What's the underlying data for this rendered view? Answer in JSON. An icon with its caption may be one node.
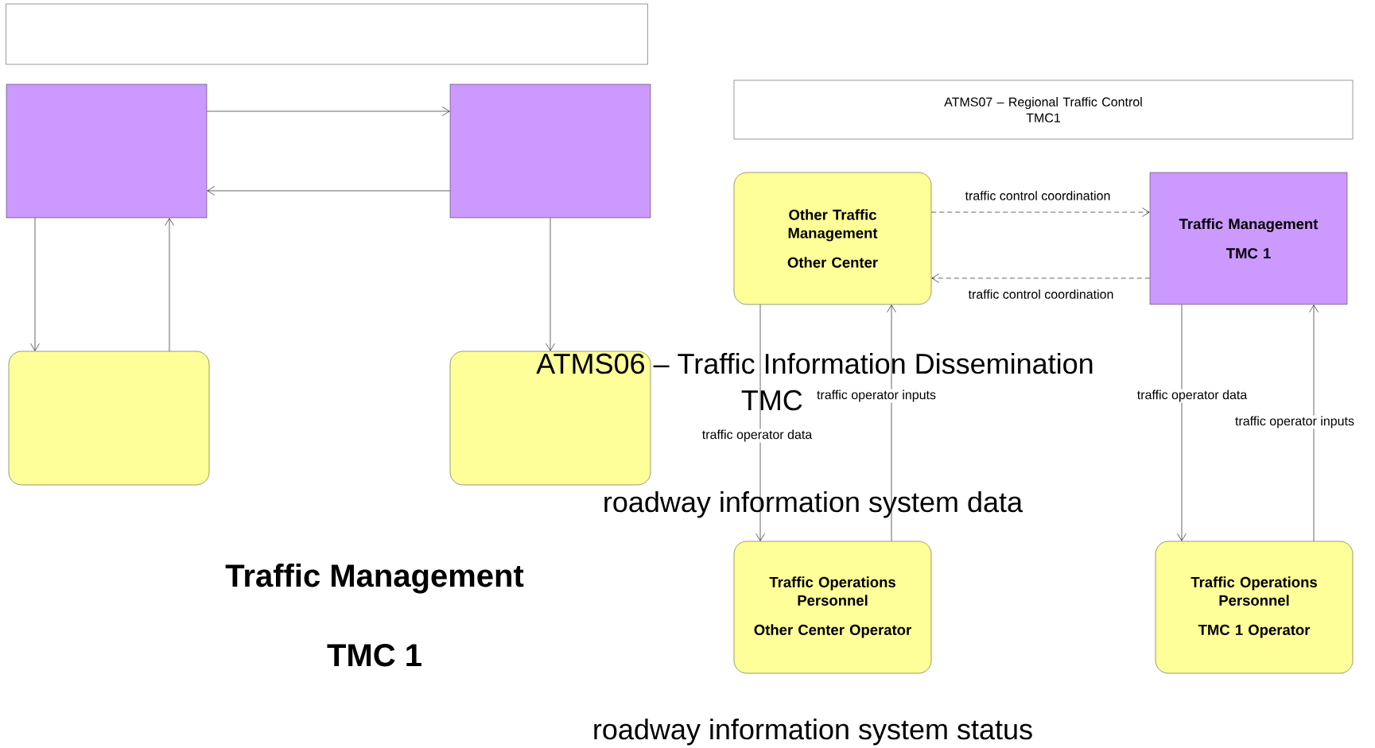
{
  "diagram": {
    "nodes": [
      {
        "text": [],
        "shape": "box"
      },
      {
        "text": [],
        "shape": "box"
      },
      {
        "text": [],
        "shape": "box"
      },
      {
        "text": [],
        "shape": "box"
      },
      {
        "text": [],
        "shape": "box"
      },
      {
        "text": [
          "ATMS07 – Regional Traffic Control",
          "TMC1"
        ]
      },
      {
        "text": [
          "Other Traffic Management",
          "Other Center"
        ]
      },
      {
        "text": [
          "Traffic Management",
          "TMC 1"
        ]
      },
      {
        "text": [
          "Traffic Operations Personnel",
          "Other Center Operator"
        ]
      },
      {
        "text": [
          "Traffic Operations Personnel",
          "TMC 1 Operator"
        ]
      }
    ],
    "edges": [
      {
        "from": 1,
        "to": 2,
        "arrow": "to"
      },
      {
        "from": 2,
        "to": 1,
        "arrow": "to"
      },
      {
        "from": 1,
        "to": 3,
        "arrow": "to"
      },
      {
        "from": 3,
        "to": 1,
        "arrow": "to"
      },
      {
        "from": 2,
        "to": 4,
        "arrow": "to"
      },
      {
        "from": 6,
        "to": 7,
        "arrow": "to",
        "label": "traffic control coordination",
        "style": "dashed"
      },
      {
        "from": 7,
        "to": 6,
        "arrow": "to",
        "label": "traffic control coordination",
        "style": "dashed"
      },
      {
        "from": 6,
        "to": 8,
        "arrow": "to",
        "label": "traffic operator data"
      },
      {
        "from": 8,
        "to": 6,
        "arrow": "to",
        "label": "traffic operator inputs"
      },
      {
        "from": 7,
        "to": 9,
        "arrow": "to",
        "label": "traffic operator data"
      },
      {
        "from": 9,
        "to": 7,
        "arrow": "to",
        "label": "traffic operator inputs"
      }
    ],
    "labels": [
      "ATMS06 – Traffic Information Dissemination",
      "TMC",
      "roadway information system data",
      "Traffic Management",
      "TMC 1",
      "roadway information system status"
    ]
  }
}
